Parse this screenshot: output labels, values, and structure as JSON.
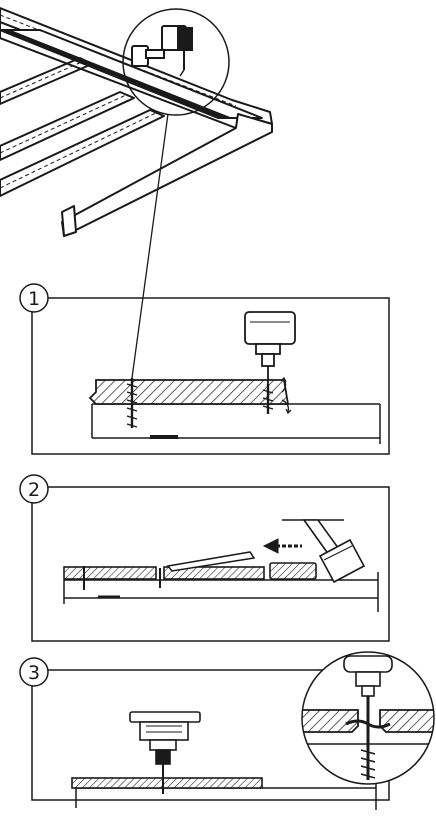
{
  "figure": {
    "ink": "#1a1a1a",
    "background": "#ffffff",
    "steps": [
      {
        "number": "1"
      },
      {
        "number": "2"
      },
      {
        "number": "3"
      }
    ]
  }
}
